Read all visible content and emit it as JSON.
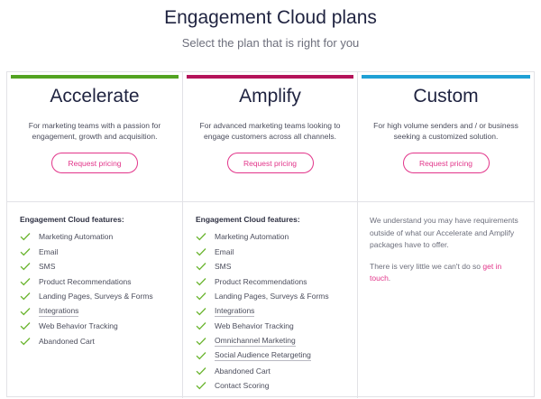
{
  "header": {
    "title": "Engagement Cloud plans",
    "subtitle": "Select the plan that is right for you"
  },
  "colors": {
    "accelerate": "#53a322",
    "amplify": "#b4145a",
    "custom": "#1fa0d5",
    "accent_pink": "#e2358a",
    "check_green": "#6bb52f"
  },
  "plans": [
    {
      "name": "Accelerate",
      "description": "For marketing teams with a passion for engagement, growth and acquisition.",
      "button_label": "Request pricing",
      "features_heading": "Engagement Cloud features:",
      "features": [
        "Marketing Automation",
        "Email",
        "SMS",
        "Product Recommendations",
        "Landing Pages, Surveys & Forms",
        "Integrations",
        "Web Behavior Tracking",
        "Abandoned Cart"
      ]
    },
    {
      "name": "Amplify",
      "description": "For advanced marketing teams looking to engage customers across all channels.",
      "button_label": "Request pricing",
      "features_heading": "Engagement Cloud features:",
      "features": [
        "Marketing Automation",
        "Email",
        "SMS",
        "Product Recommendations",
        "Landing Pages, Surveys & Forms",
        "Integrations",
        "Web Behavior Tracking",
        "Omnichannel Marketing",
        "Social Audience Retargeting",
        "Abandoned Cart",
        "Contact Scoring"
      ]
    },
    {
      "name": "Custom",
      "description": "For high volume senders and / or business seeking a customized solution.",
      "button_label": "Request pricing",
      "paragraph1": "We understand you may have requirements outside of what our Accelerate and Amplify packages have to offer.",
      "paragraph2_prefix": "There is very little we can't do so",
      "paragraph2_link": "get in touch",
      "paragraph2_suffix": "."
    }
  ]
}
